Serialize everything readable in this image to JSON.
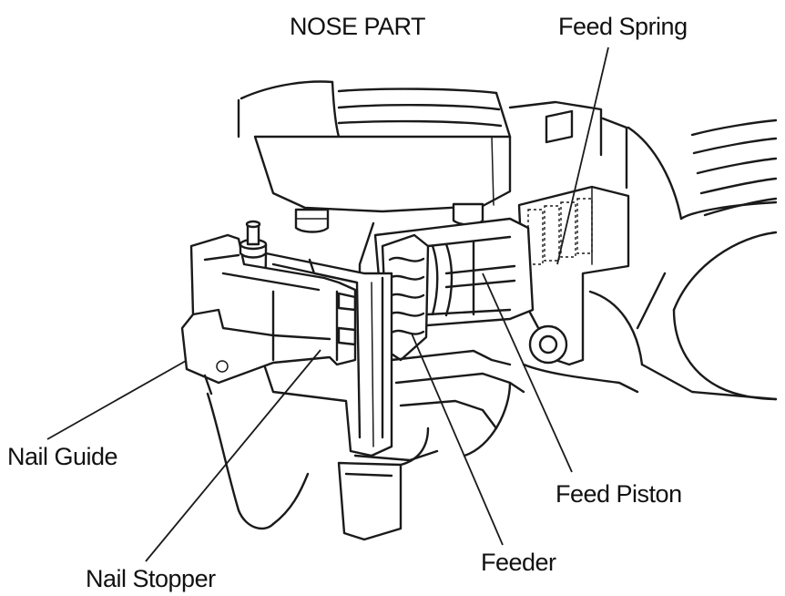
{
  "diagram": {
    "title": "NOSE PART",
    "labels": {
      "feed_spring": "Feed Spring",
      "nail_guide": "Nail Guide",
      "feed_piston": "Feed Piston",
      "feeder": "Feeder",
      "nail_stopper": "Nail Stopper"
    }
  }
}
